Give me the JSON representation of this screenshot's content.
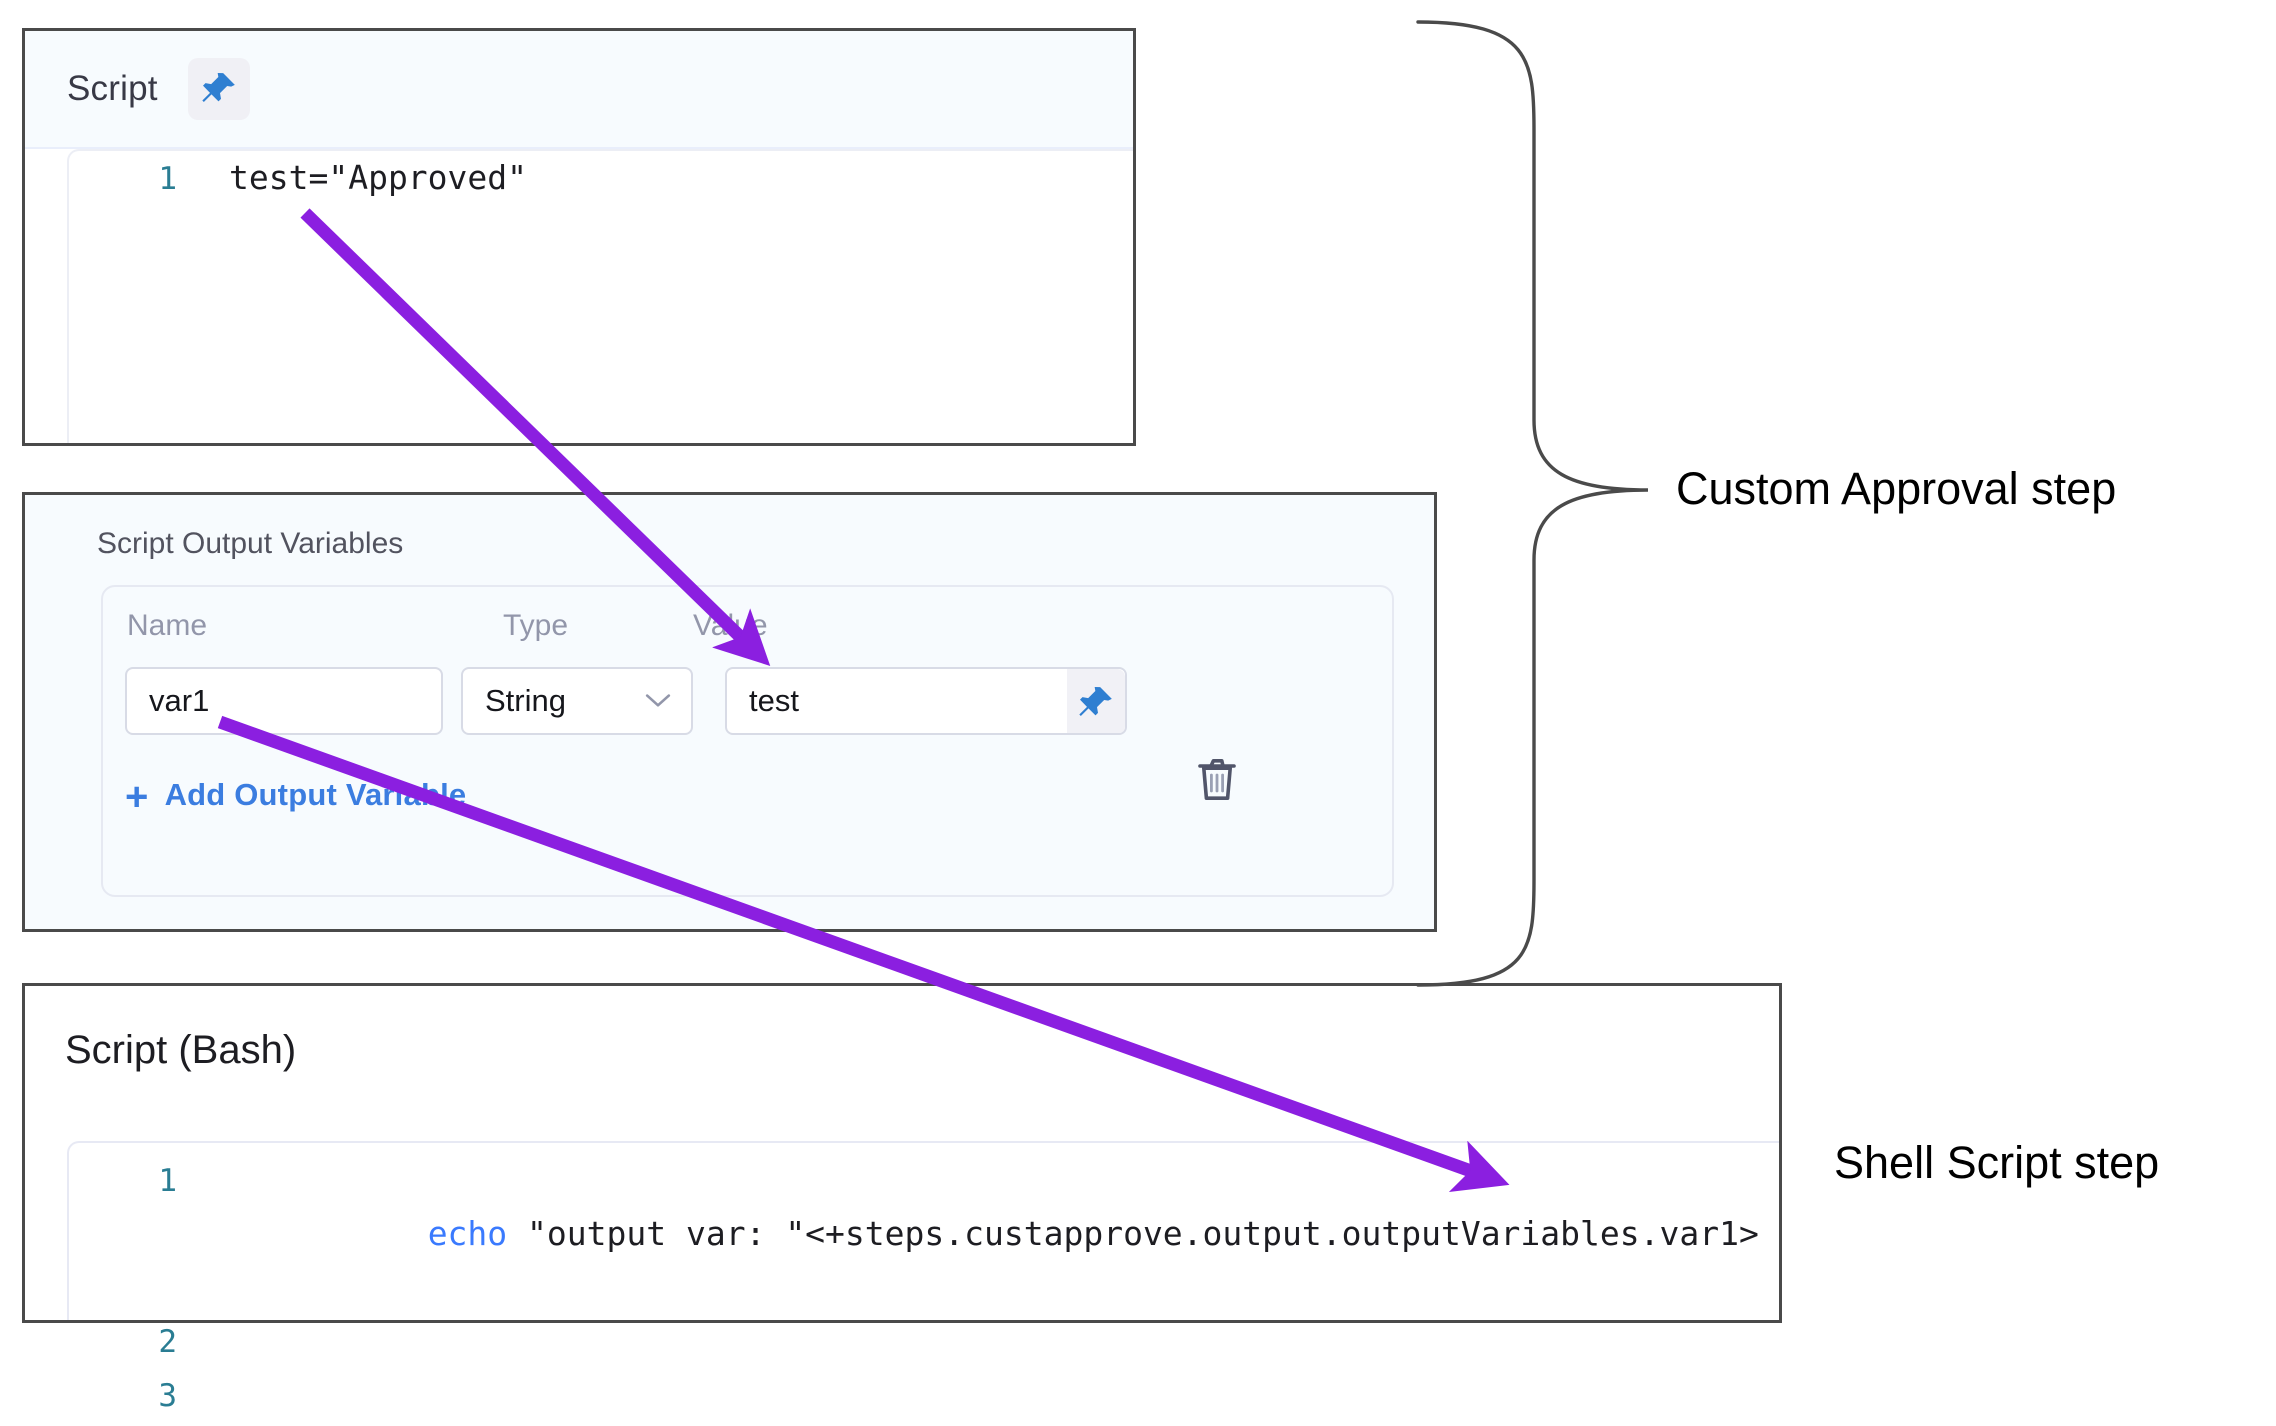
{
  "script_panel": {
    "title": "Script",
    "pin_icon": "pin-icon",
    "code_lines": [
      {
        "num": "1",
        "text": "test=\"Approved\""
      }
    ]
  },
  "output_variables_panel": {
    "title": "Script Output Variables",
    "columns": [
      "Name",
      "Type",
      "Value"
    ],
    "rows": [
      {
        "name": "var1",
        "type": "String",
        "value": "test",
        "pin_icon": "pin-icon",
        "delete_icon": "trash-icon",
        "chevron_icon": "chevron-down-icon"
      }
    ],
    "add_link": {
      "plus": "+",
      "label": "Add Output Variable"
    }
  },
  "bash_panel": {
    "title": "Script (Bash)",
    "code_lines": [
      {
        "num": "1",
        "keyword": "echo",
        "text": " \"output var: \"<+steps.custapprove.output.outputVariables.var1>"
      },
      {
        "num": "2",
        "keyword": "",
        "text": ""
      },
      {
        "num": "3",
        "keyword": "",
        "text": ""
      }
    ]
  },
  "annotations": {
    "custom_approval": "Custom Approval step",
    "shell_script": "Shell Script step",
    "arrow_color": "#8B1FE0",
    "brace_color": "#4a4a4a"
  },
  "colors": {
    "panel_border": "#4a4a4a",
    "panel_bg_tint": "#f7fbfe",
    "link_blue": "#3b7de0",
    "line_number": "#2a7d93",
    "keyword_blue": "#3a7afe",
    "pin_blue": "#2f7fd1",
    "arrow_purple": "#8B1FE0"
  }
}
